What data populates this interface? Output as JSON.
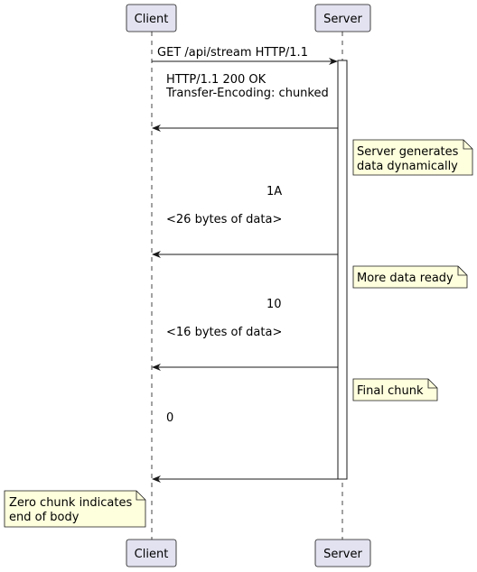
{
  "participants": [
    {
      "name": "Client"
    },
    {
      "name": "Server"
    }
  ],
  "messages": [
    {
      "from": "Client",
      "to": "Server",
      "lines": [
        "GET /api/stream HTTP/1.1"
      ]
    },
    {
      "from": "Server",
      "to": "Client",
      "lines": [
        "HTTP/1.1 200 OK",
        "Transfer-Encoding: chunked"
      ]
    },
    {
      "from": "Server",
      "to": "Client",
      "lines": [
        "1A",
        "<26 bytes of data>"
      ]
    },
    {
      "from": "Server",
      "to": "Client",
      "lines": [
        "10",
        "<16 bytes of data>"
      ]
    },
    {
      "from": "Server",
      "to": "Client",
      "lines": [
        "0"
      ]
    }
  ],
  "notes": [
    {
      "position": "right of Server",
      "lines": [
        "Server generates",
        "data dynamically"
      ]
    },
    {
      "position": "right of Server",
      "lines": [
        "More data ready"
      ]
    },
    {
      "position": "right of Server",
      "lines": [
        "Final chunk"
      ]
    },
    {
      "position": "left of Client",
      "lines": [
        "Zero chunk indicates",
        "end of body"
      ]
    }
  ],
  "colors": {
    "participant_fill": "#E2E2F0",
    "participant_border": "#181818",
    "note_fill": "#FEFFDD",
    "note_border": "#181818",
    "lifeline": "#181818",
    "arrow": "#181818"
  }
}
